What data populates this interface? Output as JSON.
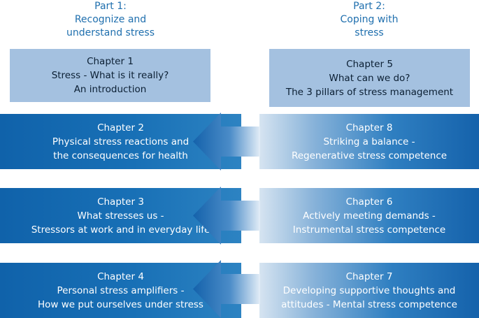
{
  "part1": {
    "lines": [
      "Part 1:",
      "Recognize and",
      "understand stress"
    ]
  },
  "part2": {
    "lines": [
      "Part 2:",
      "Coping with",
      "stress"
    ]
  },
  "chapter1": {
    "lines": [
      "Chapter 1",
      "Stress - What is it really?",
      "An introduction"
    ]
  },
  "chapter5": {
    "lines": [
      "Chapter 5",
      "What can we do?",
      "The 3 pillars of stress management"
    ]
  },
  "chapter2": {
    "lines": [
      "Chapter 2",
      "Physical stress reactions and",
      "the consequences for health"
    ]
  },
  "chapter8": {
    "lines": [
      "Chapter 8",
      "Striking a balance -",
      "Regenerative stress competence"
    ]
  },
  "chapter3": {
    "lines": [
      "Chapter 3",
      "What stresses us -",
      "Stressors at work and in everyday life"
    ]
  },
  "chapter6": {
    "lines": [
      "Chapter 6",
      "Actively meeting demands -",
      "Instrumental stress competence"
    ]
  },
  "chapter4": {
    "lines": [
      "Chapter 4",
      "Personal stress amplifiers -",
      "How we put ourselves under stress"
    ]
  },
  "chapter7": {
    "lines": [
      "Chapter 7",
      "Developing supportive thoughts and",
      "attitudes - Mental stress  competence"
    ]
  },
  "colors": {
    "accent": "#1f6fae",
    "dark_blue": "#1062aa",
    "light_blue": "#a4c1e0"
  }
}
